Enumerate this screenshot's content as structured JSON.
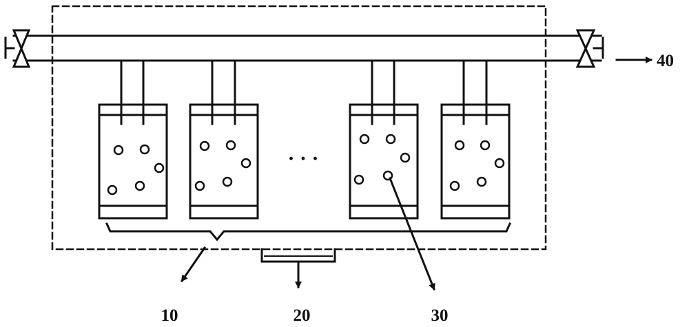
{
  "labels": {
    "containers": "10",
    "bottom_unit": "20",
    "particle": "30",
    "outlet": "40"
  },
  "ellipsis": "· · ·",
  "colors": {
    "line": "#111111",
    "background": "#ffffff"
  }
}
